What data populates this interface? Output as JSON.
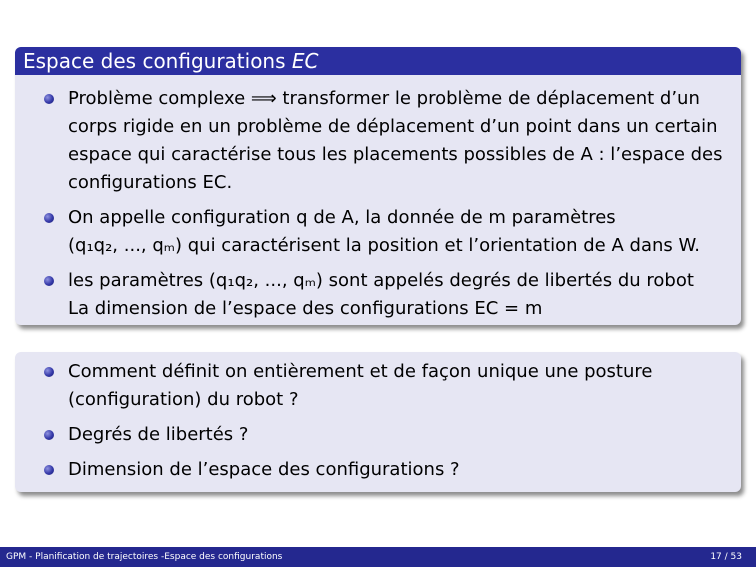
{
  "block1": {
    "title": "Espace des configurations",
    "title_symbol": "EC",
    "items": [
      {
        "lines": [
          "Problème complexe ⟹ transformer le problème de déplacement d’un",
          "corps rigide en un problème de déplacement d’un point dans un certain",
          "espace qui caractérise tous les placements possibles de A  : l’espace des",
          "configurations EC."
        ]
      },
      {
        "lines": [
          "On appelle configuration q de A, la donnée de m paramètres",
          "(q₁q₂, ..., qₘ) qui caractérisent la position et l’orientation de A dans W."
        ]
      },
      {
        "lines": [
          "les paramètres (q₁q₂, ..., qₘ) sont appelés degrés de libertés du robot",
          "La dimension de l’espace des configurations EC = m"
        ]
      }
    ]
  },
  "block2": {
    "items": [
      {
        "lines": [
          "Comment définit on entièrement et de façon unique une posture",
          "(configuration) du robot  ?"
        ]
      },
      {
        "lines": [
          "Degrés de libertés  ?"
        ]
      },
      {
        "lines": [
          "Dimension de l’espace des configurations  ?"
        ]
      }
    ]
  },
  "footer": {
    "title": "GPM - Planification de trajectoires -Espace des configurations",
    "page": "17 / 53"
  },
  "colors": {
    "title_bar": "#2b2fa0",
    "block_bg": "#e6e6f3",
    "footer_bg": "#24288f"
  }
}
